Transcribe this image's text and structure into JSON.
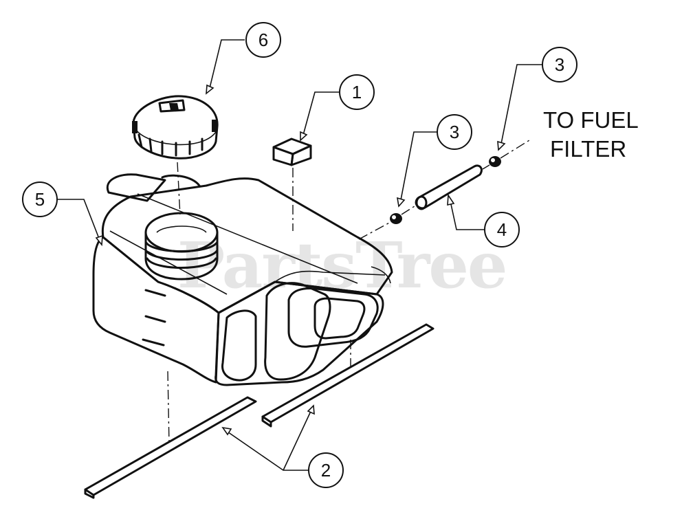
{
  "diagram": {
    "watermark": "PartsTree",
    "callout_text": [
      "TO FUEL",
      "FILTER"
    ],
    "balloons": [
      {
        "id": "balloon-1",
        "label": "1",
        "part": "fuel-tank-pad"
      },
      {
        "id": "balloon-2",
        "label": "2",
        "part": "tank-mounting-strips"
      },
      {
        "id": "balloon-3a",
        "label": "3",
        "part": "hose-clamp"
      },
      {
        "id": "balloon-3b",
        "label": "3",
        "part": "hose-clamp"
      },
      {
        "id": "balloon-4",
        "label": "4",
        "part": "fuel-line"
      },
      {
        "id": "balloon-5",
        "label": "5",
        "part": "fuel-tank"
      },
      {
        "id": "balloon-6",
        "label": "6",
        "part": "fuel-cap"
      }
    ],
    "colors": {
      "line": "#111111",
      "background": "#ffffff",
      "watermark": "#d0d0d0"
    }
  }
}
